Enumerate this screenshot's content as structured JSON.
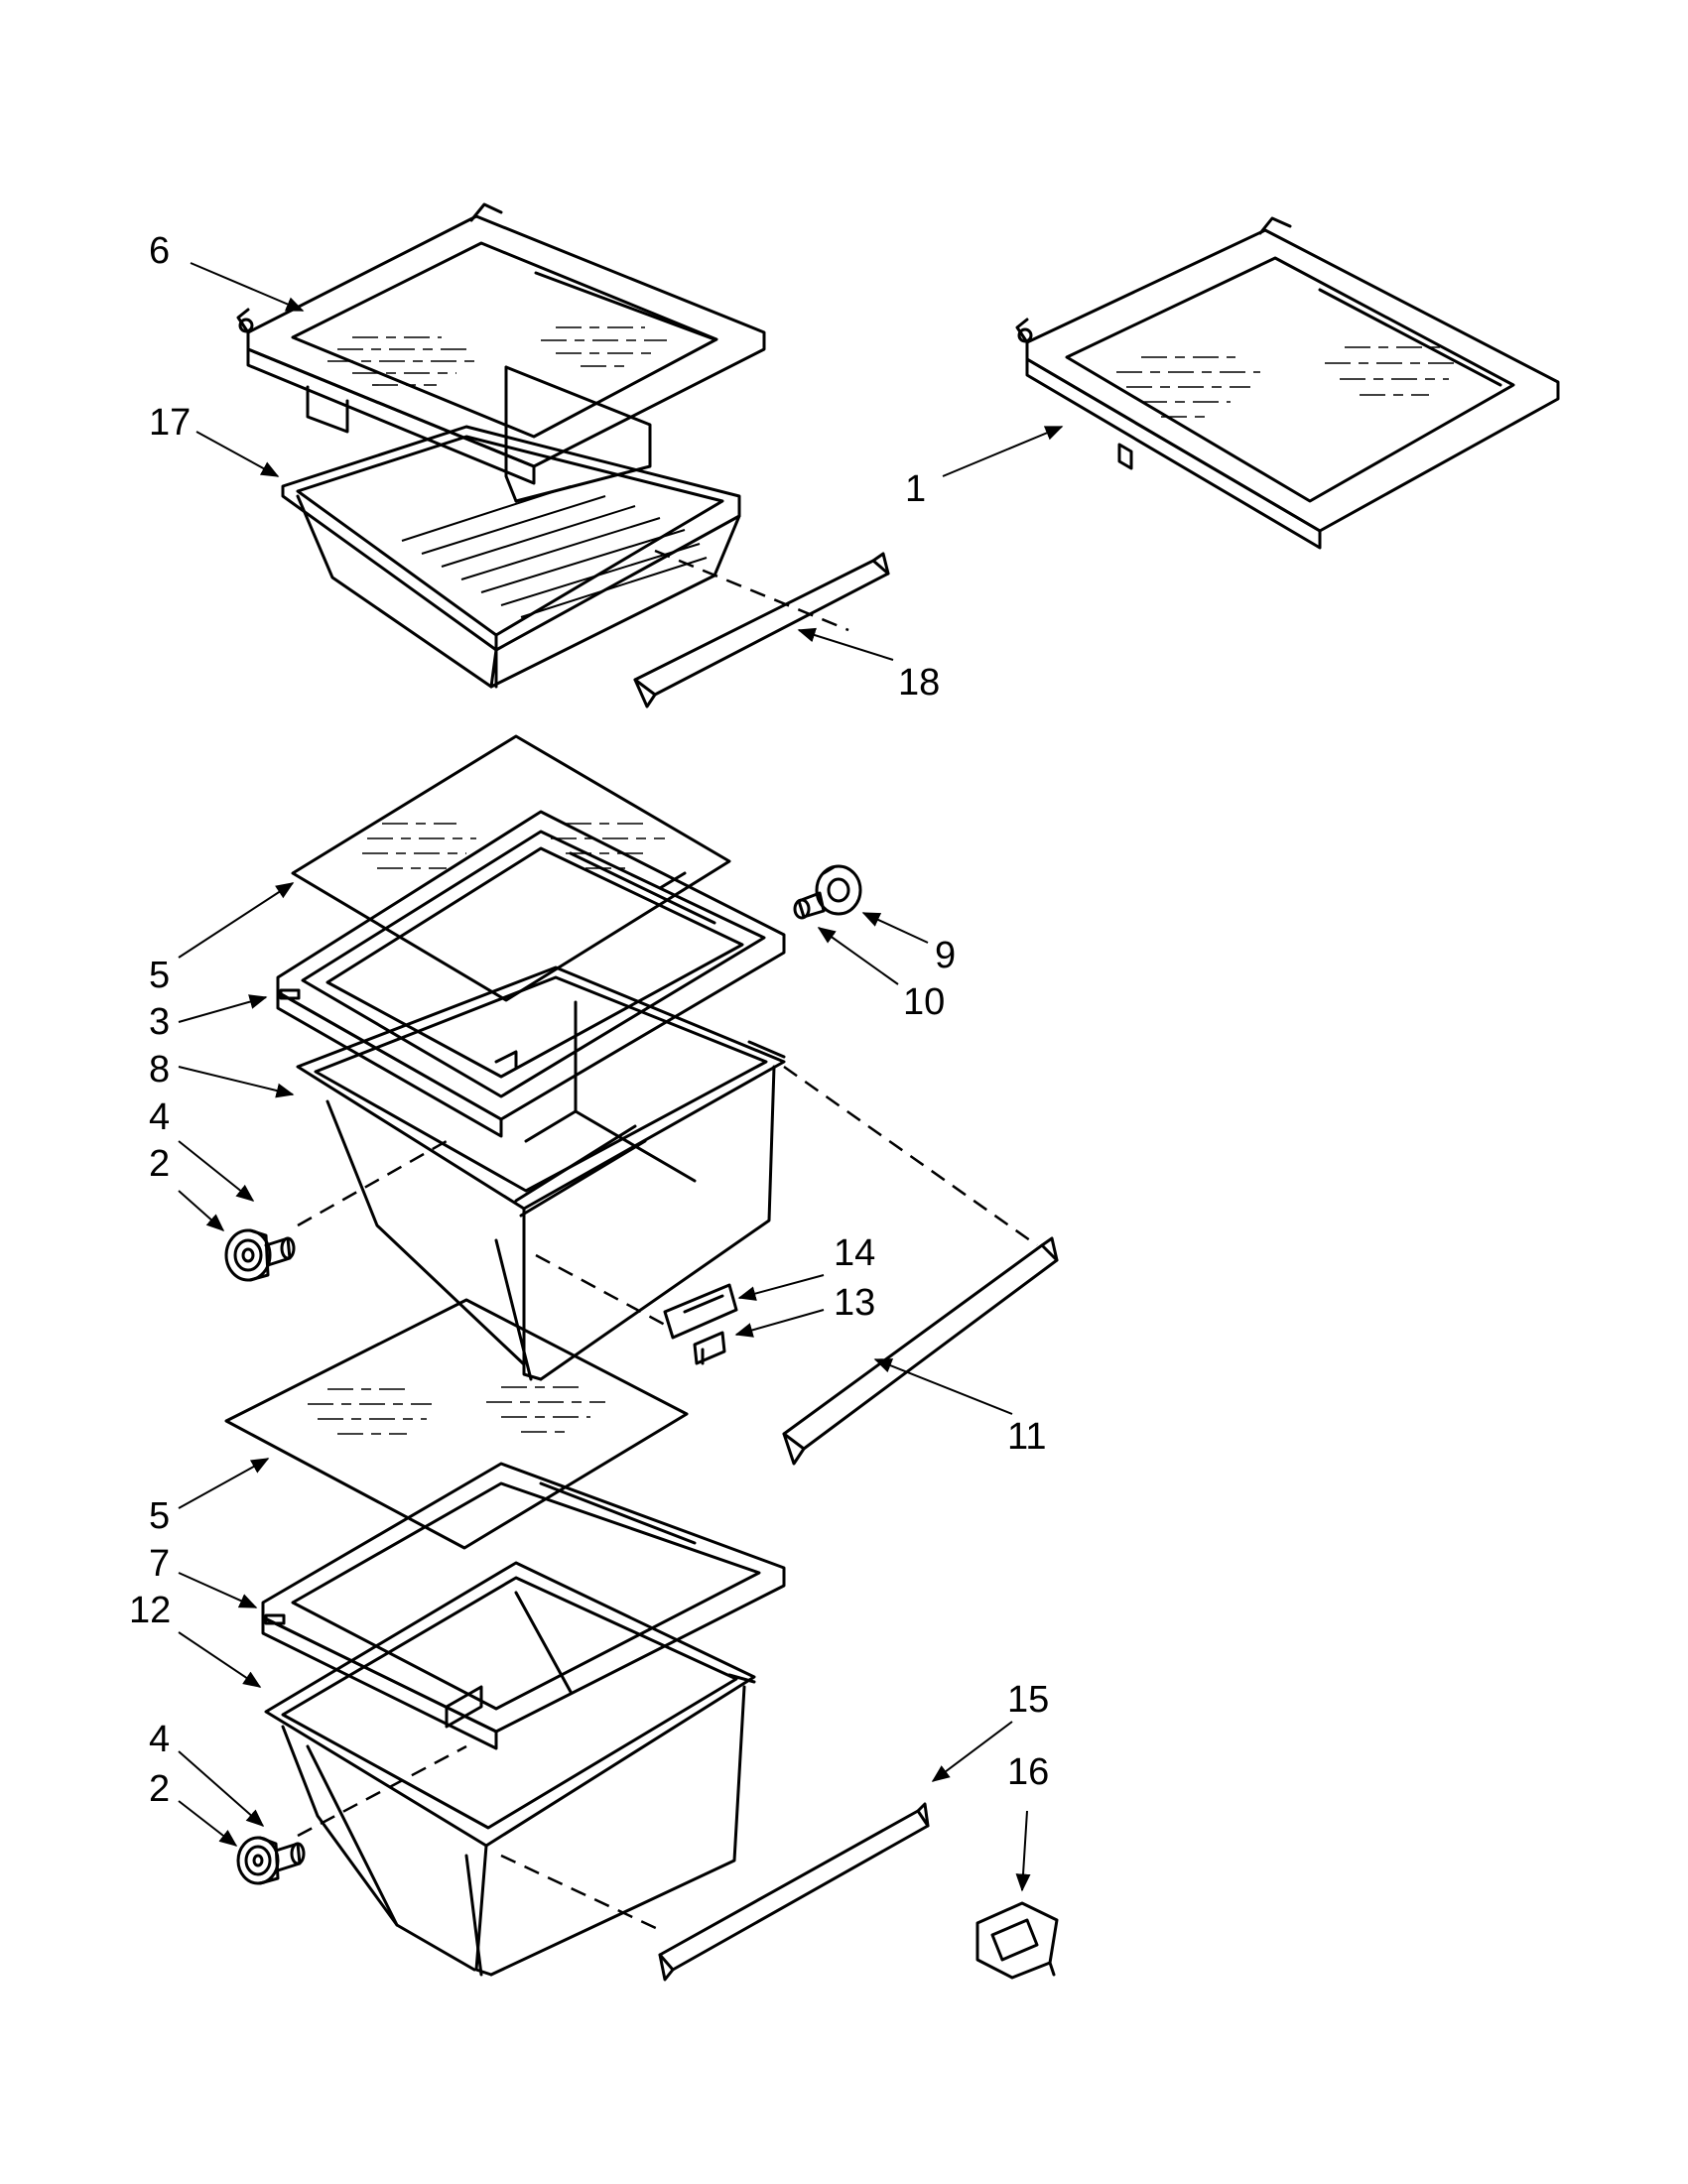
{
  "callouts": {
    "c1": "1",
    "c2a": "2",
    "c2b": "2",
    "c3": "3",
    "c4a": "4",
    "c4b": "4",
    "c5a": "5",
    "c5b": "5",
    "c6": "6",
    "c7": "7",
    "c8": "8",
    "c9": "9",
    "c10": "10",
    "c11": "11",
    "c12": "12",
    "c13": "13",
    "c14": "14",
    "c15": "15",
    "c16": "16",
    "c17": "17",
    "c18": "18"
  },
  "colors": {
    "line": "#000000",
    "background": "#ffffff"
  }
}
